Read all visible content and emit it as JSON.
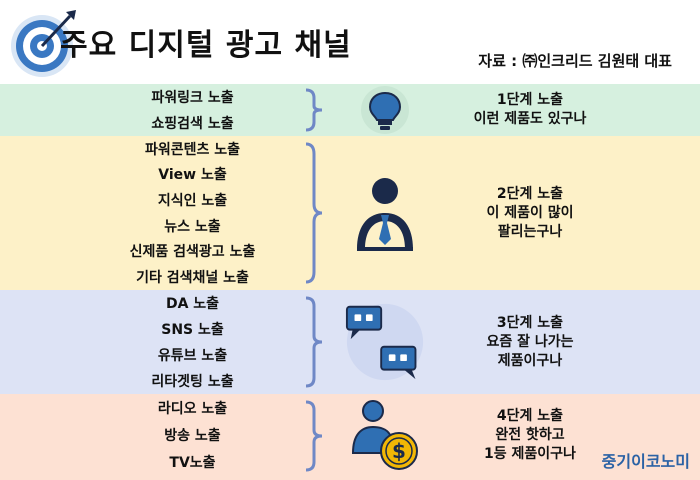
{
  "title": "주요 디지털 광고 채널",
  "source": "자료 : ㈜인크리드 김원태 대표",
  "watermark": "중기이코노미",
  "colors": {
    "band1": "#d6f0df",
    "band2": "#fdf1c8",
    "band3": "#dde3f5",
    "band4": "#fde1d3",
    "brace": "#6f88c6",
    "icon_blue": "#2f6fb3",
    "icon_dark": "#1b2a4a",
    "coin": "#f2b705"
  },
  "bands": [
    {
      "icon": "lightbulb-icon",
      "items": [
        "파워링크 노출",
        "쇼핑검색 노출"
      ],
      "stage": [
        "1단계 노출",
        "이런 제품도 있구나"
      ]
    },
    {
      "icon": "person-icon",
      "items": [
        "파워콘텐츠 노출",
        "View 노출",
        "지식인 노출",
        "뉴스 노출",
        "신제품 검색광고 노출",
        "기타 검색채널 노출"
      ],
      "stage": [
        "2단계 노출",
        "이 제품이 많이",
        "팔리는구나"
      ]
    },
    {
      "icon": "chat-bubbles-icon",
      "items": [
        "DA 노출",
        "SNS 노출",
        "유튜브 노출",
        "리타겟팅 노출"
      ],
      "stage": [
        "3단계 노출",
        "요즘 잘 나가는",
        "제품이구나"
      ]
    },
    {
      "icon": "person-money-icon",
      "items": [
        "라디오 노출",
        "방송 노출",
        "TV노출"
      ],
      "stage": [
        "4단계 노출",
        "완전 핫하고",
        "1등 제품이구나"
      ]
    }
  ]
}
